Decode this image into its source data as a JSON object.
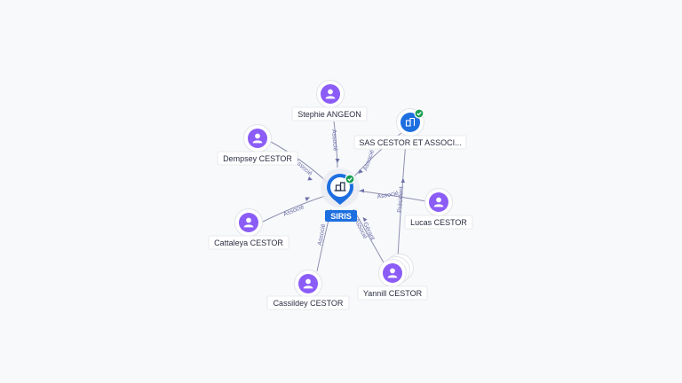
{
  "graph": {
    "center": {
      "label": "SIRIS",
      "icon": "building-icon",
      "verified": true
    },
    "nodes": [
      {
        "id": "stephie",
        "label": "Stephie ANGEON",
        "type": "person"
      },
      {
        "id": "sas",
        "label": "SAS CESTOR ET ASSOCI...",
        "type": "company",
        "verified": true
      },
      {
        "id": "dempsey",
        "label": "Dempsey CESTOR",
        "type": "person"
      },
      {
        "id": "lucas",
        "label": "Lucas CESTOR",
        "type": "person"
      },
      {
        "id": "cattaleya",
        "label": "Cattaleya CESTOR",
        "type": "person"
      },
      {
        "id": "cassildey",
        "label": "Cassildey CESTOR",
        "type": "person"
      },
      {
        "id": "yannill",
        "label": "Yannill CESTOR",
        "type": "person",
        "stacked": true
      }
    ],
    "edges": [
      {
        "from": "stephie",
        "to": "center",
        "label": "Associé"
      },
      {
        "from": "sas",
        "to": "center",
        "label": "Associé"
      },
      {
        "from": "dempsey",
        "to": "center",
        "label": "Associé"
      },
      {
        "from": "lucas",
        "to": "center",
        "label": "Associé"
      },
      {
        "from": "cattaleya",
        "to": "center",
        "label": "Associé"
      },
      {
        "from": "cassildey",
        "to": "center",
        "label": "Associé"
      },
      {
        "from": "yannill",
        "to": "center",
        "label": "Gérant Associé"
      },
      {
        "from": "yannill",
        "to": "sas",
        "label": "Président"
      }
    ]
  },
  "colors": {
    "person": "#8b5cf6",
    "company": "#1d6fe0",
    "verified": "#1a9e52",
    "edge": "#8d90b0"
  }
}
